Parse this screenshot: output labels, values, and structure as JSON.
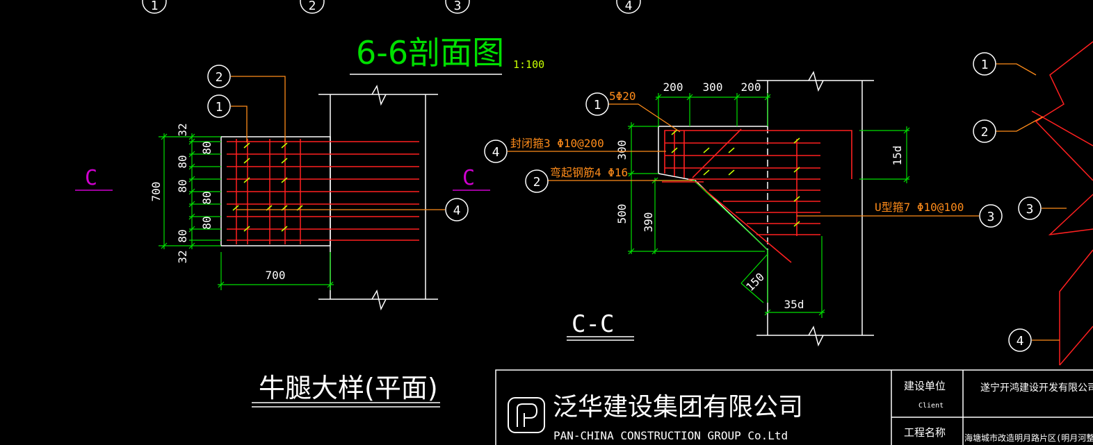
{
  "colors": {
    "background": "#000000",
    "outline": "#ffffff",
    "dimension": "#00e000",
    "rebar": "#ff2020",
    "stirrup_tick": "#c8ff00",
    "leader": "#ff8c1a",
    "cut_mark": "#d000d0",
    "title_green": "#00e000"
  },
  "top_axis_bubbles": [
    "1",
    "2",
    "3",
    "4"
  ],
  "section_66": {
    "title": "6-6剖面图",
    "scale": "1:100"
  },
  "plan_detail": {
    "title": "牛腿大样(平面)",
    "width_dim": "700",
    "height_dim": "700",
    "edge_dims": [
      "32",
      "32"
    ],
    "spacing_dims": [
      "80",
      "80",
      "80",
      "80",
      "80",
      "80"
    ],
    "callouts": [
      "1",
      "2",
      "4"
    ]
  },
  "section_cc": {
    "label": "C-C",
    "cut_marker_letter": "C",
    "top_dims": [
      "200",
      "300",
      "200"
    ],
    "left_dims": [
      "300",
      "500",
      "390"
    ],
    "slope_dim": "150",
    "anchor_dim": "35d",
    "hook_dim": "15d",
    "rebar_notes": [
      {
        "id": "1",
        "text": "5Φ20"
      },
      {
        "id": "4",
        "text": "封闭箍3 Φ10@200"
      },
      {
        "id": "2",
        "text": "弯起钢筋4 Φ16"
      },
      {
        "id": "3",
        "text": "U型箍7 Φ10@100"
      }
    ]
  },
  "right_partial_callouts": [
    "1",
    "2",
    "3",
    "4"
  ],
  "title_block": {
    "company_cn": "泛华建设集团有限公司",
    "company_en": "PAN-CHINA CONSTRUCTION GROUP Co.Ltd",
    "client_label_cn": "建设单位",
    "client_label_en": "Client",
    "client_value": "遂宁开鸿建设开发有限公司",
    "project_label_cn": "工程名称",
    "project_value": "海塘城市改造明月路片区(明月河整治)工程"
  }
}
